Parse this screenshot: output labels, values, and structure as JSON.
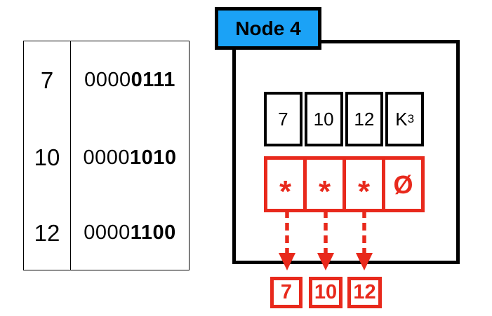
{
  "colors": {
    "red": "#E8291C",
    "blue": "#1BA2F6",
    "black": "#000000"
  },
  "binary_table": {
    "rows": [
      {
        "key": "7",
        "prefix": "0000",
        "suffix": "0111"
      },
      {
        "key": "10",
        "prefix": "0000",
        "suffix": "1010"
      },
      {
        "key": "12",
        "prefix": "0000",
        "suffix": "1100"
      }
    ]
  },
  "node": {
    "label": "Node 4",
    "keys": [
      "7",
      "10",
      "12"
    ],
    "key_slot": {
      "base": "K",
      "subscript": "3"
    },
    "pointers": [
      "*",
      "*",
      "*"
    ],
    "null_pointer": "Ø"
  },
  "children": [
    "7",
    "10",
    "12"
  ]
}
